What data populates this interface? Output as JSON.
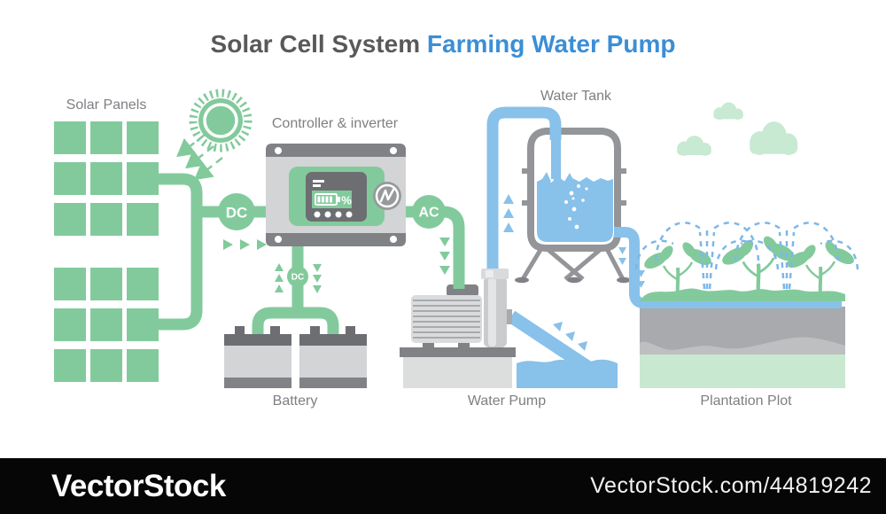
{
  "title": {
    "part1": "Solar Cell System ",
    "part2": "Farming Water Pump"
  },
  "labels": {
    "solar_panels": "Solar Panels",
    "controller": "Controller & inverter",
    "water_tank": "Water Tank",
    "battery": "Battery",
    "water_pump": "Water Pump",
    "plantation": "Plantation Plot"
  },
  "connectors": {
    "dc": "DC",
    "dc_small": "DC",
    "ac": "AC"
  },
  "display": {
    "percent": "%"
  },
  "watermark": {
    "logo": "VectorStock",
    "url": "VectorStock.com/44819242"
  },
  "icons": {
    "sun": "sun-icon",
    "flash": "flash-icon",
    "battery_level": "battery-level-icon",
    "cloud": "cloud-icon",
    "flow_arrows": "triangle-flow-arrows"
  },
  "colors": {
    "green": "#82ca9c",
    "pale_green": "#c8e9d0",
    "blue_water": "#88c1ea",
    "blue_title": "#3b8ed6",
    "gray_dark": "#6d6e71",
    "gray_mid": "#808285",
    "gray_frame": "#939598",
    "gray_light": "#d2d4d5",
    "soil_dark": "#a8aaad",
    "soil_mid": "#bdbfc1",
    "text_gray": "#7d7f83",
    "title_gray": "#58595b",
    "bar_black": "#060606"
  }
}
